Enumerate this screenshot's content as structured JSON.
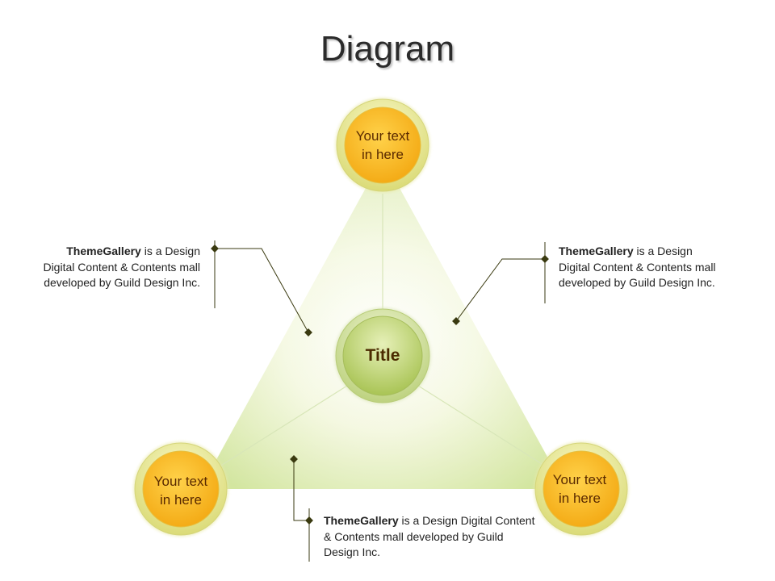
{
  "title": "Diagram",
  "center": {
    "label": "Title"
  },
  "nodes": {
    "top": "Your text\nin here",
    "bottom_left": "Your text\nin here",
    "bottom_right": "Your text\nin here"
  },
  "callouts": [
    {
      "bold": "ThemeGallery",
      "text": " is a Design Digital Content & Contents mall developed by Guild Design Inc."
    },
    {
      "bold": "ThemeGallery",
      "text": " is a Design Digital Content & Contents mall developed by Guild Design Inc."
    },
    {
      "bold": "ThemeGallery",
      "text": " is a Design Digital Content & Contents mall developed by Guild Design Inc."
    }
  ],
  "colors": {
    "triangle_light": "#f4f8e0",
    "triangle_green": "#d6e8a2",
    "ring": "#f0f0a0",
    "node_fill": "#f7b81e",
    "center_fill": "#b7d06a",
    "connector": "#3a3a10"
  }
}
